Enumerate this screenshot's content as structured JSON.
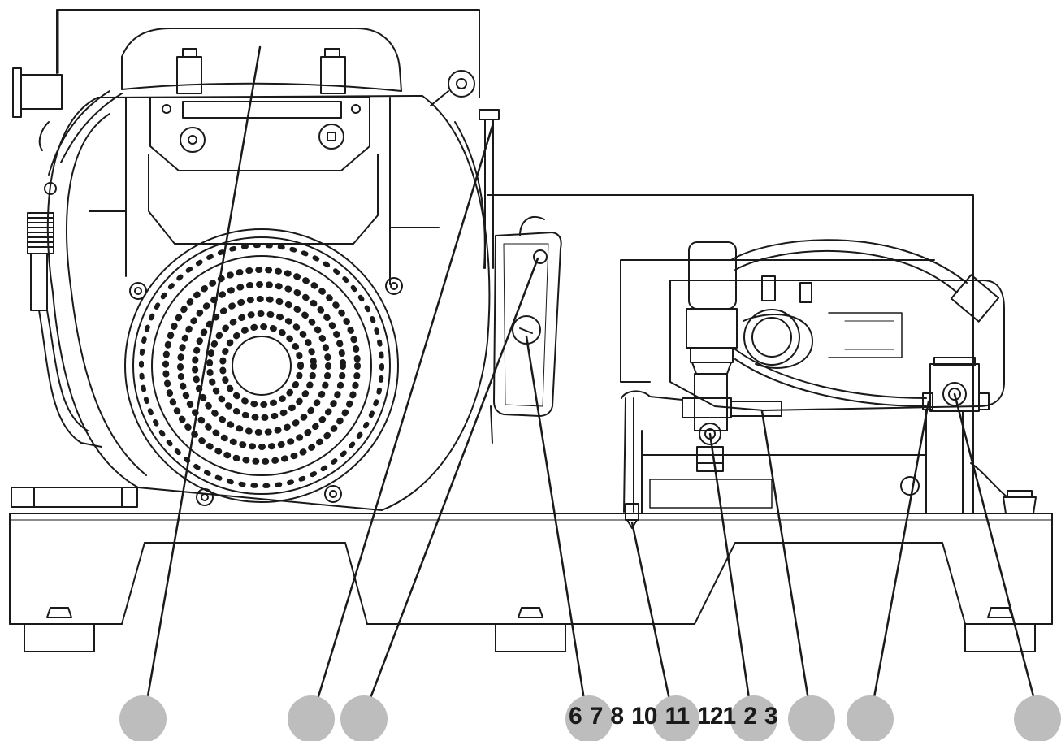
{
  "diagram": {
    "callout_numbers": [
      "6",
      "7",
      "8",
      "10",
      "11",
      "121",
      "2",
      "3"
    ],
    "colors": {
      "line": "#1a1a1a",
      "callout_circle": "#bdbdbd",
      "background": "#ffffff"
    }
  }
}
